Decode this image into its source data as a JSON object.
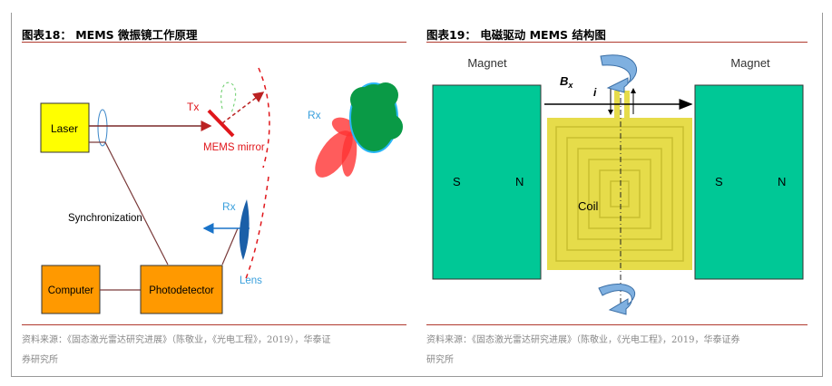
{
  "left": {
    "title": "图表18：  MEMS 微振镜工作原理",
    "labels": {
      "laser": "Laser",
      "tx": "Tx",
      "mirror": "MEMS mirror",
      "rx_top": "Rx",
      "sync": "Synchronization",
      "rx": "Rx",
      "lens": "Lens",
      "computer": "Computer",
      "photodetector": "Photodetector"
    },
    "source_line1": "资料来源：《固态激光雷达研究进展》（陈敬业，《光电工程》，2019），华泰证",
    "source_line2": "券研究所"
  },
  "right": {
    "title": "图表19：  电磁驱动 MEMS 结构图",
    "labels": {
      "magnet_left": "Magnet",
      "magnet_right": "Magnet",
      "bx": "B",
      "bx_sub": "x",
      "i": "i",
      "s_left": "S",
      "n_left": "N",
      "s_right": "S",
      "n_right": "N",
      "coil": "Coil"
    },
    "source_line1": "资料来源：《固态激光雷达研究进展》（陈敬业，《光电工程》，2019，华泰证券",
    "source_line2": "研究所"
  }
}
